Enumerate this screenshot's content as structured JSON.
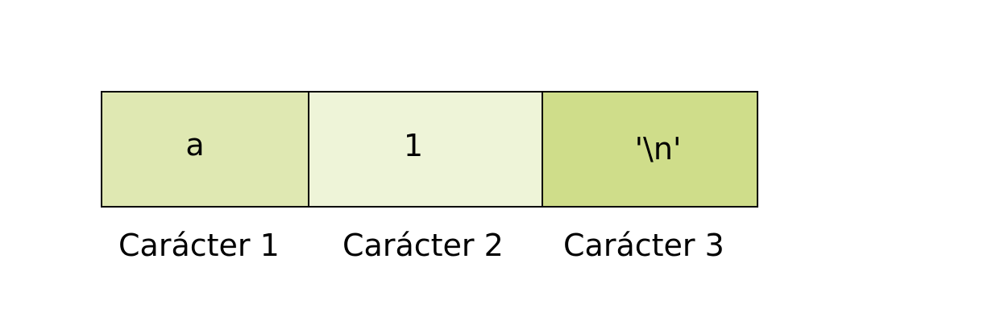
{
  "cells": [
    {
      "value": "a",
      "color": "#dfe8b2"
    },
    {
      "value": "1",
      "color": "#eef4d8"
    },
    {
      "value": "'\\n'",
      "color": "#cfdd8a"
    }
  ],
  "labels": [
    "Carácter 1",
    "Carácter 2",
    "Carácter 3"
  ]
}
